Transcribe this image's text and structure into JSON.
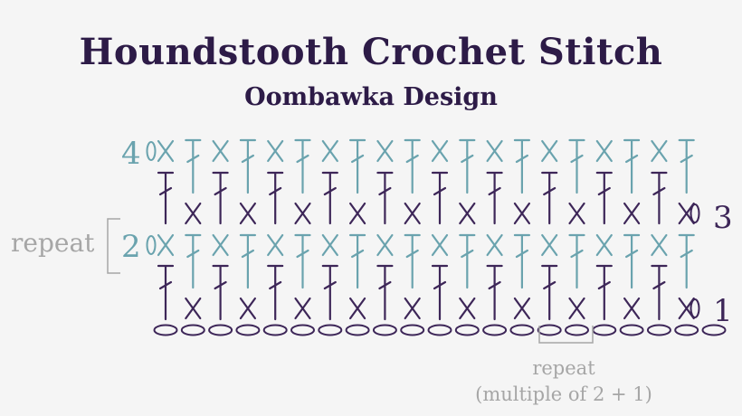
{
  "header": {
    "title": "Houndstooth Crochet Stitch",
    "subtitle": "Oombawka Design"
  },
  "row_labels": {
    "row1": "1",
    "row2": "2",
    "row3": "3",
    "row4": "4"
  },
  "repeat_rows": {
    "label": "repeat"
  },
  "repeat_stitches": {
    "label": "repeat",
    "note": "(multiple of 2 + 1)"
  },
  "colors": {
    "purple": "#3d2658",
    "teal": "#6aa3ae",
    "gray": "#a6a6a6",
    "background": "#f5f5f5"
  },
  "chart": {
    "foundation_chains": 21,
    "stitch_columns": 20,
    "odd_rows": [
      "sc",
      "dc",
      "sc",
      "dc",
      "sc",
      "dc",
      "sc",
      "dc",
      "sc",
      "dc",
      "sc",
      "dc",
      "sc",
      "dc",
      "sc",
      "dc",
      "sc",
      "dc",
      "sc",
      "dc"
    ],
    "even_rows": [
      "sc",
      "dc",
      "sc",
      "dc",
      "sc",
      "dc",
      "sc",
      "dc",
      "sc",
      "dc",
      "sc",
      "dc",
      "sc",
      "dc",
      "sc",
      "dc",
      "sc",
      "dc",
      "sc",
      "dc"
    ]
  }
}
